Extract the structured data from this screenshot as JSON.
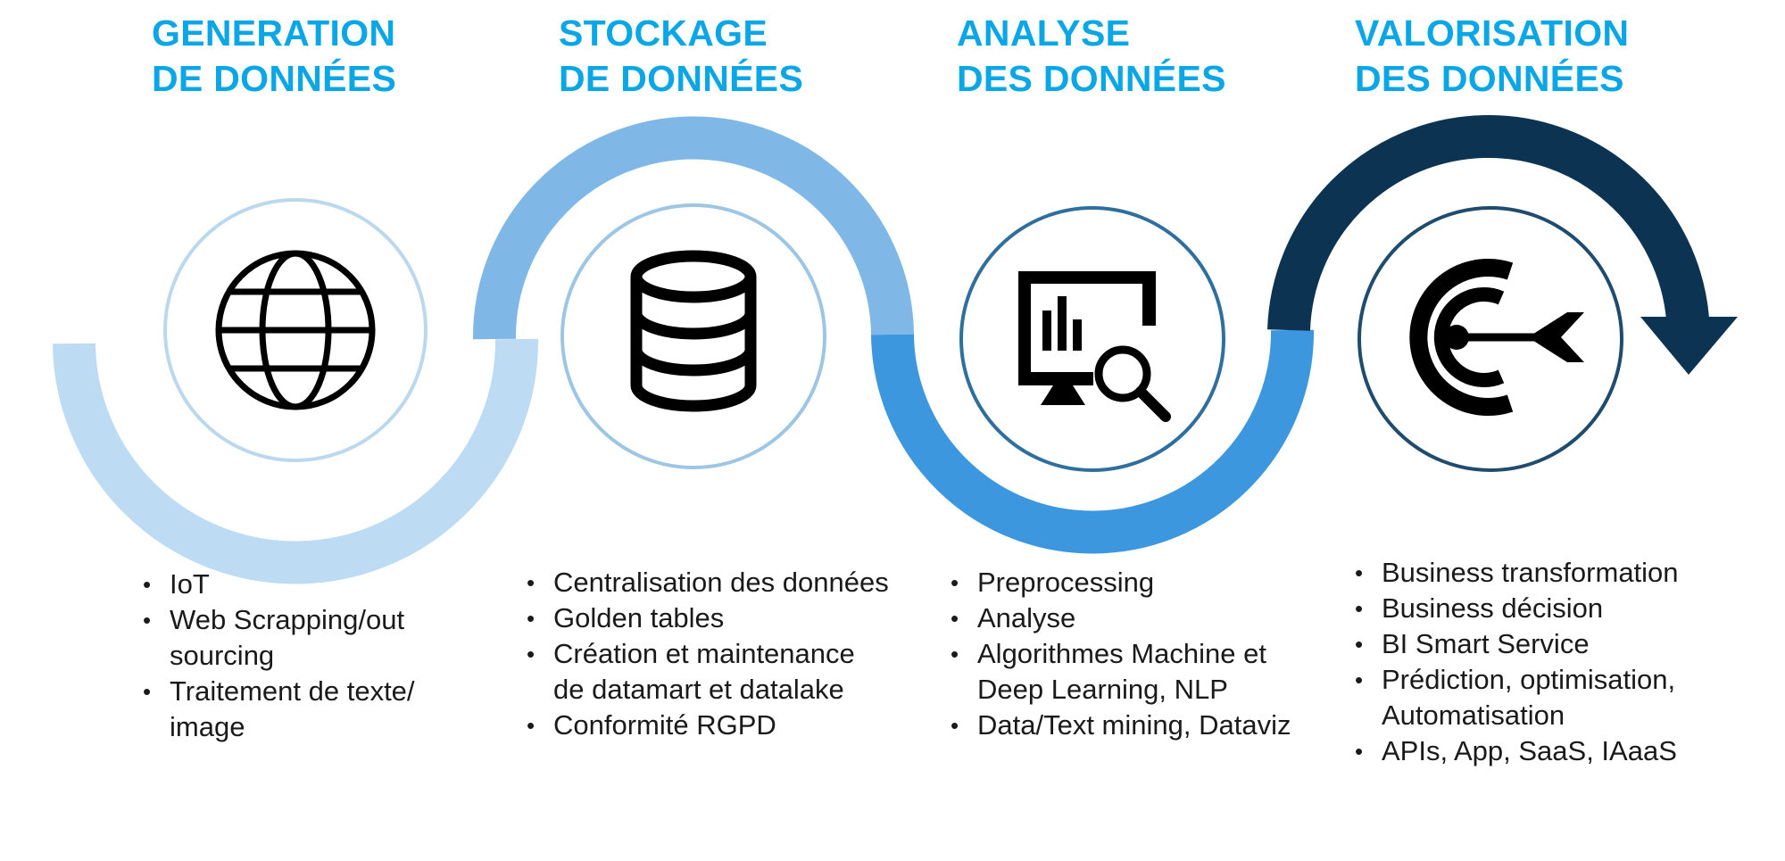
{
  "stages": [
    {
      "title": [
        "GENERATION",
        "DE DONNÉES"
      ],
      "icon": "globe-icon",
      "items": [
        "IoT",
        "Web Scrapping/out sourcing",
        "Traitement de texte/ image"
      ]
    },
    {
      "title": [
        "STOCKAGE",
        "DE DONNÉES"
      ],
      "icon": "database-icon",
      "items": [
        "Centralisation des données",
        "Golden tables",
        "Création et maintenance de datamart et datalake",
        "Conformité RGPD"
      ]
    },
    {
      "title": [
        "ANALYSE",
        "DES DONNÉES"
      ],
      "icon": "analytics-monitor-icon",
      "items": [
        "Preprocessing",
        "Analyse",
        "Algorithmes Machine et Deep Learning, NLP",
        "Data/Text mining, Dataviz"
      ]
    },
    {
      "title": [
        "VALORISATION",
        "DES DONNÉES"
      ],
      "icon": "target-arrow-icon",
      "items": [
        "Business transformation",
        "Business décision",
        "BI Smart Service",
        "Prédiction, optimisation, Automatisation",
        "APIs, App, SaaS, IAaaS"
      ]
    }
  ],
  "colors": {
    "title": "#0aa6e6",
    "band_1": "#bddcf3",
    "band_2": "#7fb8e6",
    "band_3": "#3d97df",
    "band_4": "#0d3353",
    "ring_1": "#bcd8ee",
    "ring_2": "#9cc6e3",
    "ring_3": "#2f6f9e",
    "ring_4": "#1f4b6e"
  }
}
